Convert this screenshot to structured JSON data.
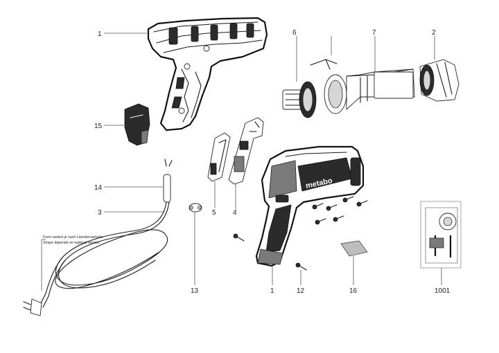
{
  "callouts": {
    "p1_housing_half": "1",
    "p6": "6",
    "p7": "7",
    "p2": "2",
    "p15": "15",
    "p14": "14",
    "p3": "3",
    "p5": "5",
    "p4": "4",
    "p13": "13",
    "p1_assembled": "1",
    "p12": "12",
    "p16": "16",
    "p1001": "1001"
  },
  "brand_logo_text": "metabo",
  "cord_note": {
    "line1": "Form variiert je nach Laendervariante",
    "line2": "Shape depends on regional version"
  }
}
